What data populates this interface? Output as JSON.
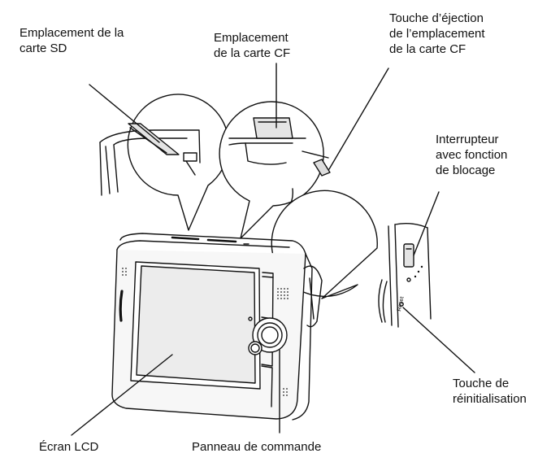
{
  "labels": {
    "sd_slot": "Emplacement de la\ncarte SD",
    "cf_slot": "Emplacement\nde la carte CF",
    "cf_eject": "Touche d’éjection\nde l’emplacement\nde la carte CF",
    "lock_switch": "Interrupteur\navec fonction\nde blocage",
    "reset_button": "Touche de\nréinitialisation",
    "lcd_screen": "Écran LCD",
    "control_panel": "Panneau de commande"
  },
  "device_markings": {
    "reset": "Reset"
  },
  "colors": {
    "line": "#111111",
    "device_fill": "#f7f7f7",
    "screen_fill": "#e9e9e9",
    "speaker_dot": "#555555"
  }
}
